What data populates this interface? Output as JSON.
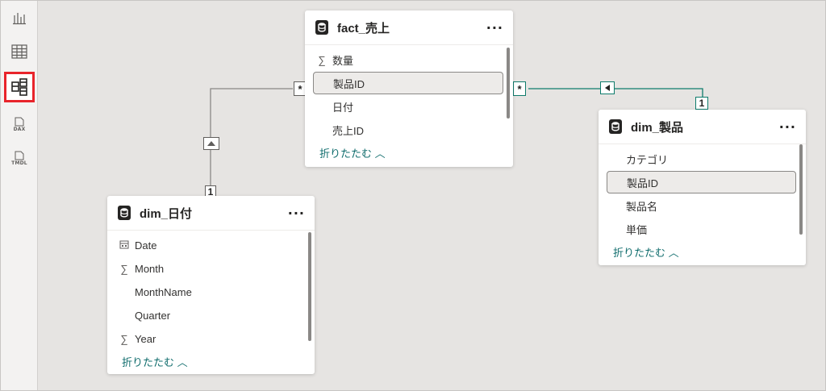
{
  "sidebar": {
    "items": [
      {
        "name": "report-view-icon"
      },
      {
        "name": "table-view-icon"
      },
      {
        "name": "model-view-icon",
        "active": true
      },
      {
        "name": "dax-query-view-icon",
        "label": "DAX"
      },
      {
        "name": "tmdl-view-icon",
        "label": "TMDL"
      }
    ]
  },
  "tables": {
    "fact": {
      "title": "fact_売上",
      "menu": "···",
      "fields": [
        {
          "icon": "∑",
          "label": "数量"
        },
        {
          "icon": "",
          "label": "製品ID",
          "selected": true
        },
        {
          "icon": "",
          "label": "日付"
        },
        {
          "icon": "",
          "label": "売上ID"
        }
      ],
      "collapse": "折りたたむ ︿"
    },
    "date": {
      "title": "dim_日付",
      "menu": "···",
      "fields": [
        {
          "icon": "calendar",
          "label": "Date"
        },
        {
          "icon": "∑",
          "label": "Month"
        },
        {
          "icon": "",
          "label": "MonthName"
        },
        {
          "icon": "",
          "label": "Quarter"
        },
        {
          "icon": "∑",
          "label": "Year"
        }
      ],
      "collapse": "折りたたむ ︿"
    },
    "product": {
      "title": "dim_製品",
      "menu": "···",
      "fields": [
        {
          "icon": "",
          "label": "カテゴリ"
        },
        {
          "icon": "",
          "label": "製品ID",
          "selected": true
        },
        {
          "icon": "",
          "label": "製品名"
        },
        {
          "icon": "",
          "label": "単価"
        }
      ],
      "collapse": "折りたたむ ︿"
    }
  },
  "relationships": {
    "many_symbol": "*",
    "one_symbol": "1"
  },
  "colors": {
    "selected_relationship": "#0f7c6c",
    "relationship": "#8a8886",
    "active_highlight": "#e8242b"
  }
}
